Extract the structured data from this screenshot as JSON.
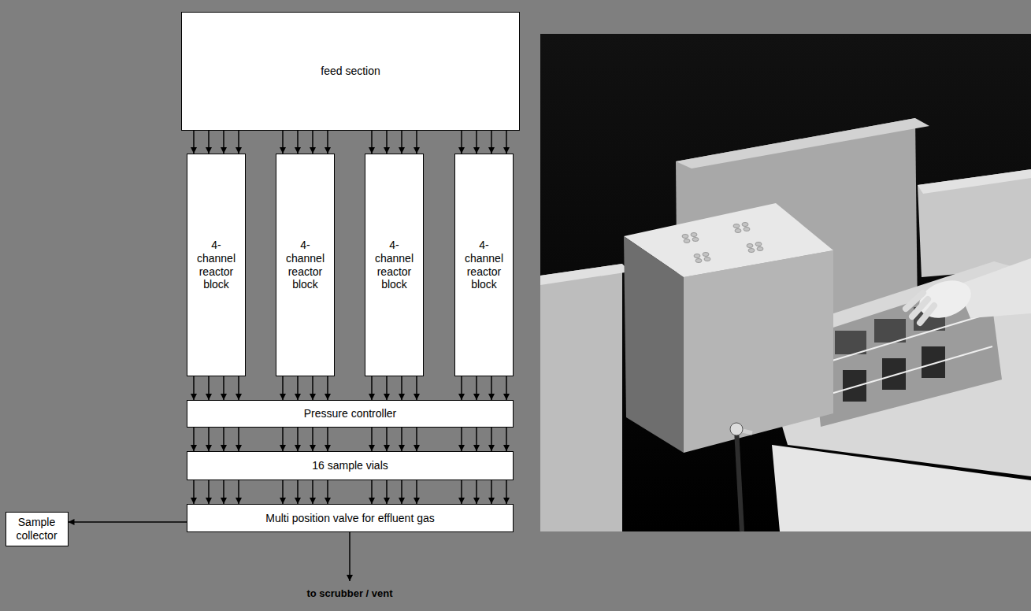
{
  "diagram": {
    "nodes": [
      {
        "text": [
          "feed section"
        ]
      },
      {
        "text": [
          "4- channel reactor block"
        ]
      },
      {
        "text": [
          "4- channel reactor block"
        ]
      },
      {
        "text": [
          "4- channel reactor block"
        ]
      },
      {
        "text": [
          "4- channel reactor block"
        ]
      },
      {
        "text": [
          "Pressure controller"
        ]
      },
      {
        "text": [
          "16 sample vials"
        ]
      },
      {
        "text": [
          "Multi position valve for effluent gas"
        ]
      },
      {
        "text": [
          "Sample collector"
        ]
      }
    ],
    "edges": [
      {
        "from": 0,
        "to": 1,
        "arrow": "to"
      },
      {
        "from": 0,
        "to": 1,
        "arrow": "to"
      },
      {
        "from": 0,
        "to": 1,
        "arrow": "to"
      },
      {
        "from": 0,
        "to": 1,
        "arrow": "to"
      },
      {
        "from": 0,
        "to": 2,
        "arrow": "to"
      },
      {
        "from": 0,
        "to": 2,
        "arrow": "to"
      },
      {
        "from": 0,
        "to": 2,
        "arrow": "to"
      },
      {
        "from": 0,
        "to": 2,
        "arrow": "to"
      },
      {
        "from": 0,
        "to": 3,
        "arrow": "to"
      },
      {
        "from": 0,
        "to": 3,
        "arrow": "to"
      },
      {
        "from": 0,
        "to": 3,
        "arrow": "to"
      },
      {
        "from": 0,
        "to": 3,
        "arrow": "to"
      },
      {
        "from": 0,
        "to": 4,
        "arrow": "to"
      },
      {
        "from": 0,
        "to": 4,
        "arrow": "to"
      },
      {
        "from": 0,
        "to": 4,
        "arrow": "to"
      },
      {
        "from": 0,
        "to": 4,
        "arrow": "to"
      },
      {
        "from": 1,
        "to": 5,
        "arrow": "to"
      },
      {
        "from": 1,
        "to": 5,
        "arrow": "to"
      },
      {
        "from": 1,
        "to": 5,
        "arrow": "to"
      },
      {
        "from": 1,
        "to": 5,
        "arrow": "to"
      },
      {
        "from": 2,
        "to": 5,
        "arrow": "to"
      },
      {
        "from": 2,
        "to": 5,
        "arrow": "to"
      },
      {
        "from": 2,
        "to": 5,
        "arrow": "to"
      },
      {
        "from": 2,
        "to": 5,
        "arrow": "to"
      },
      {
        "from": 3,
        "to": 5,
        "arrow": "to"
      },
      {
        "from": 3,
        "to": 5,
        "arrow": "to"
      },
      {
        "from": 3,
        "to": 5,
        "arrow": "to"
      },
      {
        "from": 3,
        "to": 5,
        "arrow": "to"
      },
      {
        "from": 4,
        "to": 5,
        "arrow": "to"
      },
      {
        "from": 4,
        "to": 5,
        "arrow": "to"
      },
      {
        "from": 4,
        "to": 5,
        "arrow": "to"
      },
      {
        "from": 4,
        "to": 5,
        "arrow": "to"
      },
      {
        "from": 5,
        "to": 6,
        "arrow": "to"
      },
      {
        "from": 5,
        "to": 6,
        "arrow": "to"
      },
      {
        "from": 5,
        "to": 6,
        "arrow": "to"
      },
      {
        "from": 5,
        "to": 6,
        "arrow": "to"
      },
      {
        "from": 5,
        "to": 6,
        "arrow": "to"
      },
      {
        "from": 5,
        "to": 6,
        "arrow": "to"
      },
      {
        "from": 5,
        "to": 6,
        "arrow": "to"
      },
      {
        "from": 5,
        "to": 6,
        "arrow": "to"
      },
      {
        "from": 5,
        "to": 6,
        "arrow": "to"
      },
      {
        "from": 5,
        "to": 6,
        "arrow": "to"
      },
      {
        "from": 5,
        "to": 6,
        "arrow": "to"
      },
      {
        "from": 5,
        "to": 6,
        "arrow": "to"
      },
      {
        "from": 5,
        "to": 6,
        "arrow": "to"
      },
      {
        "from": 5,
        "to": 6,
        "arrow": "to"
      },
      {
        "from": 5,
        "to": 6,
        "arrow": "to"
      },
      {
        "from": 5,
        "to": 6,
        "arrow": "to"
      },
      {
        "from": 6,
        "to": 7,
        "arrow": "to"
      },
      {
        "from": 6,
        "to": 7,
        "arrow": "to"
      },
      {
        "from": 6,
        "to": 7,
        "arrow": "to"
      },
      {
        "from": 6,
        "to": 7,
        "arrow": "to"
      },
      {
        "from": 6,
        "to": 7,
        "arrow": "to"
      },
      {
        "from": 6,
        "to": 7,
        "arrow": "to"
      },
      {
        "from": 6,
        "to": 7,
        "arrow": "to"
      },
      {
        "from": 6,
        "to": 7,
        "arrow": "to"
      },
      {
        "from": 6,
        "to": 7,
        "arrow": "to"
      },
      {
        "from": 6,
        "to": 7,
        "arrow": "to"
      },
      {
        "from": 6,
        "to": 7,
        "arrow": "to"
      },
      {
        "from": 6,
        "to": 7,
        "arrow": "to"
      },
      {
        "from": 6,
        "to": 7,
        "arrow": "to"
      },
      {
        "from": 6,
        "to": 7,
        "arrow": "to"
      },
      {
        "from": 6,
        "to": 7,
        "arrow": "to"
      },
      {
        "from": 6,
        "to": 7,
        "arrow": "to"
      },
      {
        "from": 7,
        "to": 8,
        "arrow": "to"
      }
    ],
    "labels": [
      "to scrubber / vent"
    ]
  }
}
